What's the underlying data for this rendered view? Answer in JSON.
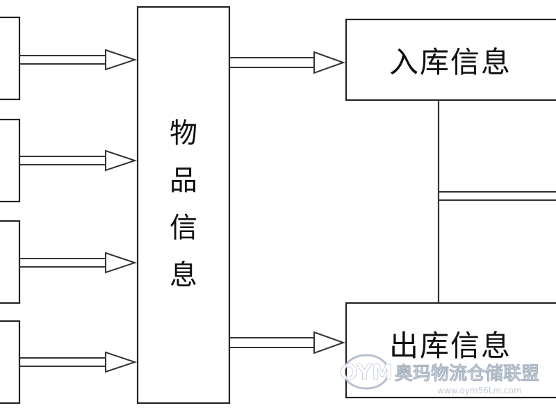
{
  "center_box": {
    "label": "物品信息"
  },
  "right_top_box": {
    "label": "入库信息"
  },
  "right_bottom_box": {
    "label": "出库信息"
  },
  "watermark": {
    "logo_letters": "OYM",
    "brand_text": "奥玛物流仓储联盟",
    "url": "www.oym56Lm.com"
  }
}
